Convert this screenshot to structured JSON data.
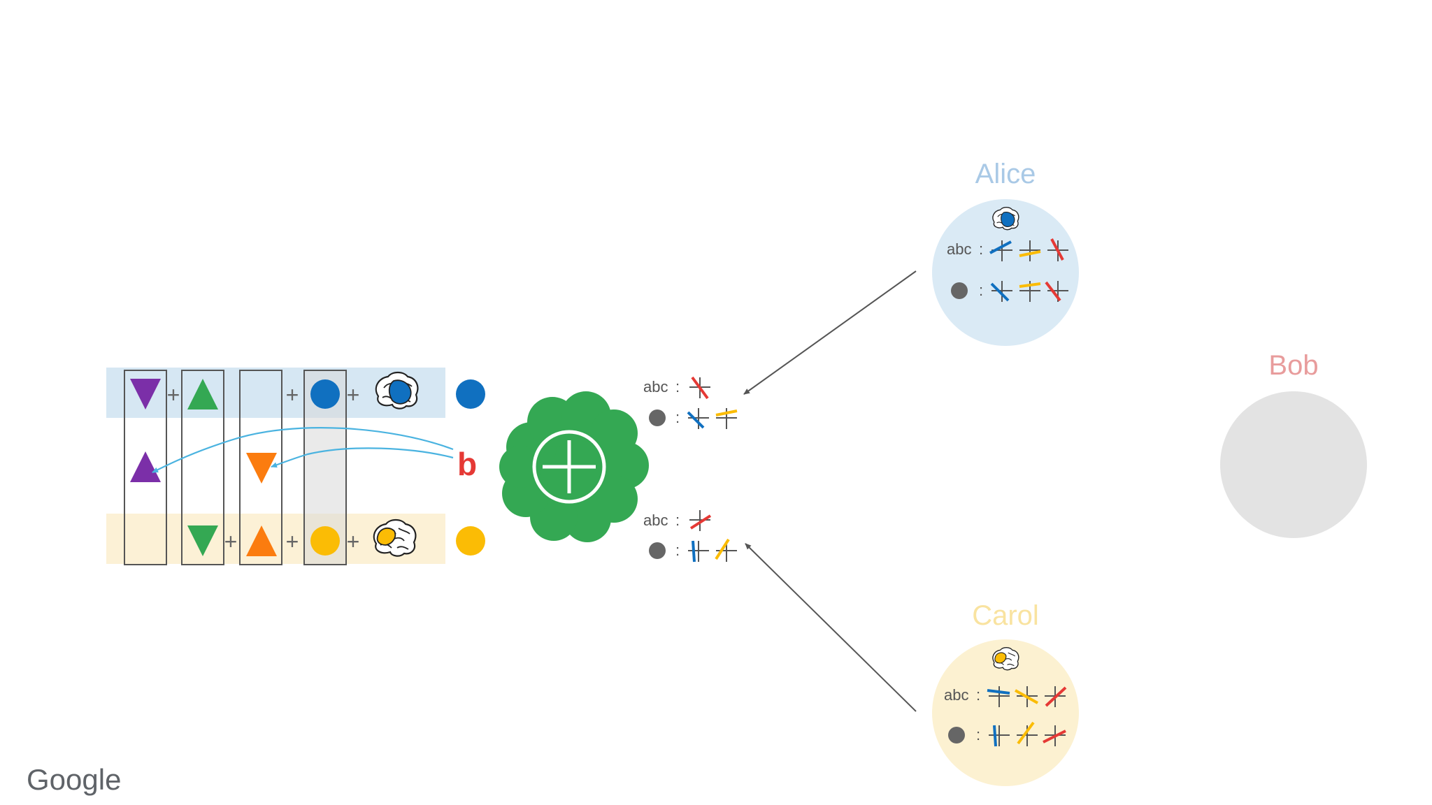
{
  "participants": {
    "alice": {
      "name": "Alice",
      "color": "#a9c9e6",
      "fill": "#daeaf5",
      "accent": "#1070c0",
      "has_model": true
    },
    "bob": {
      "name": "Bob",
      "color": "#e89c9c",
      "fill": "#e3e3e3",
      "has_model": false
    },
    "carol": {
      "name": "Carol",
      "color": "#f9e3a0",
      "fill": "#fcf1d1",
      "accent": "#fbbc05",
      "has_model": true
    }
  },
  "labels": {
    "abc": "abc",
    "colon": ":",
    "plus": "+",
    "bias_letter": "b",
    "brand": "Google"
  },
  "icons": {
    "aggregate": "secure-aggregation-plus-icon",
    "model": "brain-icon",
    "weights": "weight-tick-icon"
  },
  "colors": {
    "blue": "#1070c0",
    "yellow": "#fbbc05",
    "red": "#e53935",
    "green": "#34a853",
    "purple": "#7b2fa8",
    "orange": "#fb7c0f",
    "gray_dot": "#666666",
    "bias_label": "#e53935",
    "arrow": "#555555",
    "curve": "#4ab3e0"
  }
}
